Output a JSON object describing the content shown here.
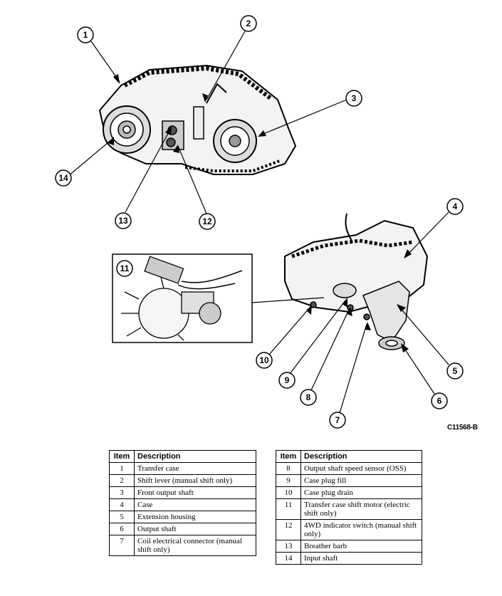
{
  "figure_id": "C11568-B",
  "callouts": {
    "c1": "1",
    "c2": "2",
    "c3": "3",
    "c4": "4",
    "c5": "5",
    "c6": "6",
    "c7": "7",
    "c8": "8",
    "c9": "9",
    "c10": "10",
    "c11": "11",
    "c12": "12",
    "c13": "13",
    "c14": "14"
  },
  "legend": {
    "header_item": "Item",
    "header_description": "Description",
    "left_rows": [
      {
        "item": "1",
        "description": "Transfer case"
      },
      {
        "item": "2",
        "description": "Shift lever (manual shift only)"
      },
      {
        "item": "3",
        "description": "Front output shaft"
      },
      {
        "item": "4",
        "description": "Case"
      },
      {
        "item": "5",
        "description": "Extension housing"
      },
      {
        "item": "6",
        "description": "Output shaft"
      },
      {
        "item": "7",
        "description": "Coil electrical connector (manual shift only)"
      }
    ],
    "right_rows": [
      {
        "item": "8",
        "description": "Output shaft speed sensor (OSS)"
      },
      {
        "item": "9",
        "description": "Case plug fill"
      },
      {
        "item": "10",
        "description": "Case plug drain"
      },
      {
        "item": "11",
        "description": "Transfer case shift motor (electric shift only)"
      },
      {
        "item": "12",
        "description": "4WD indicator switch (manual shift only)"
      },
      {
        "item": "13",
        "description": "Breather barb"
      },
      {
        "item": "14",
        "description": "Input shaft"
      }
    ]
  }
}
